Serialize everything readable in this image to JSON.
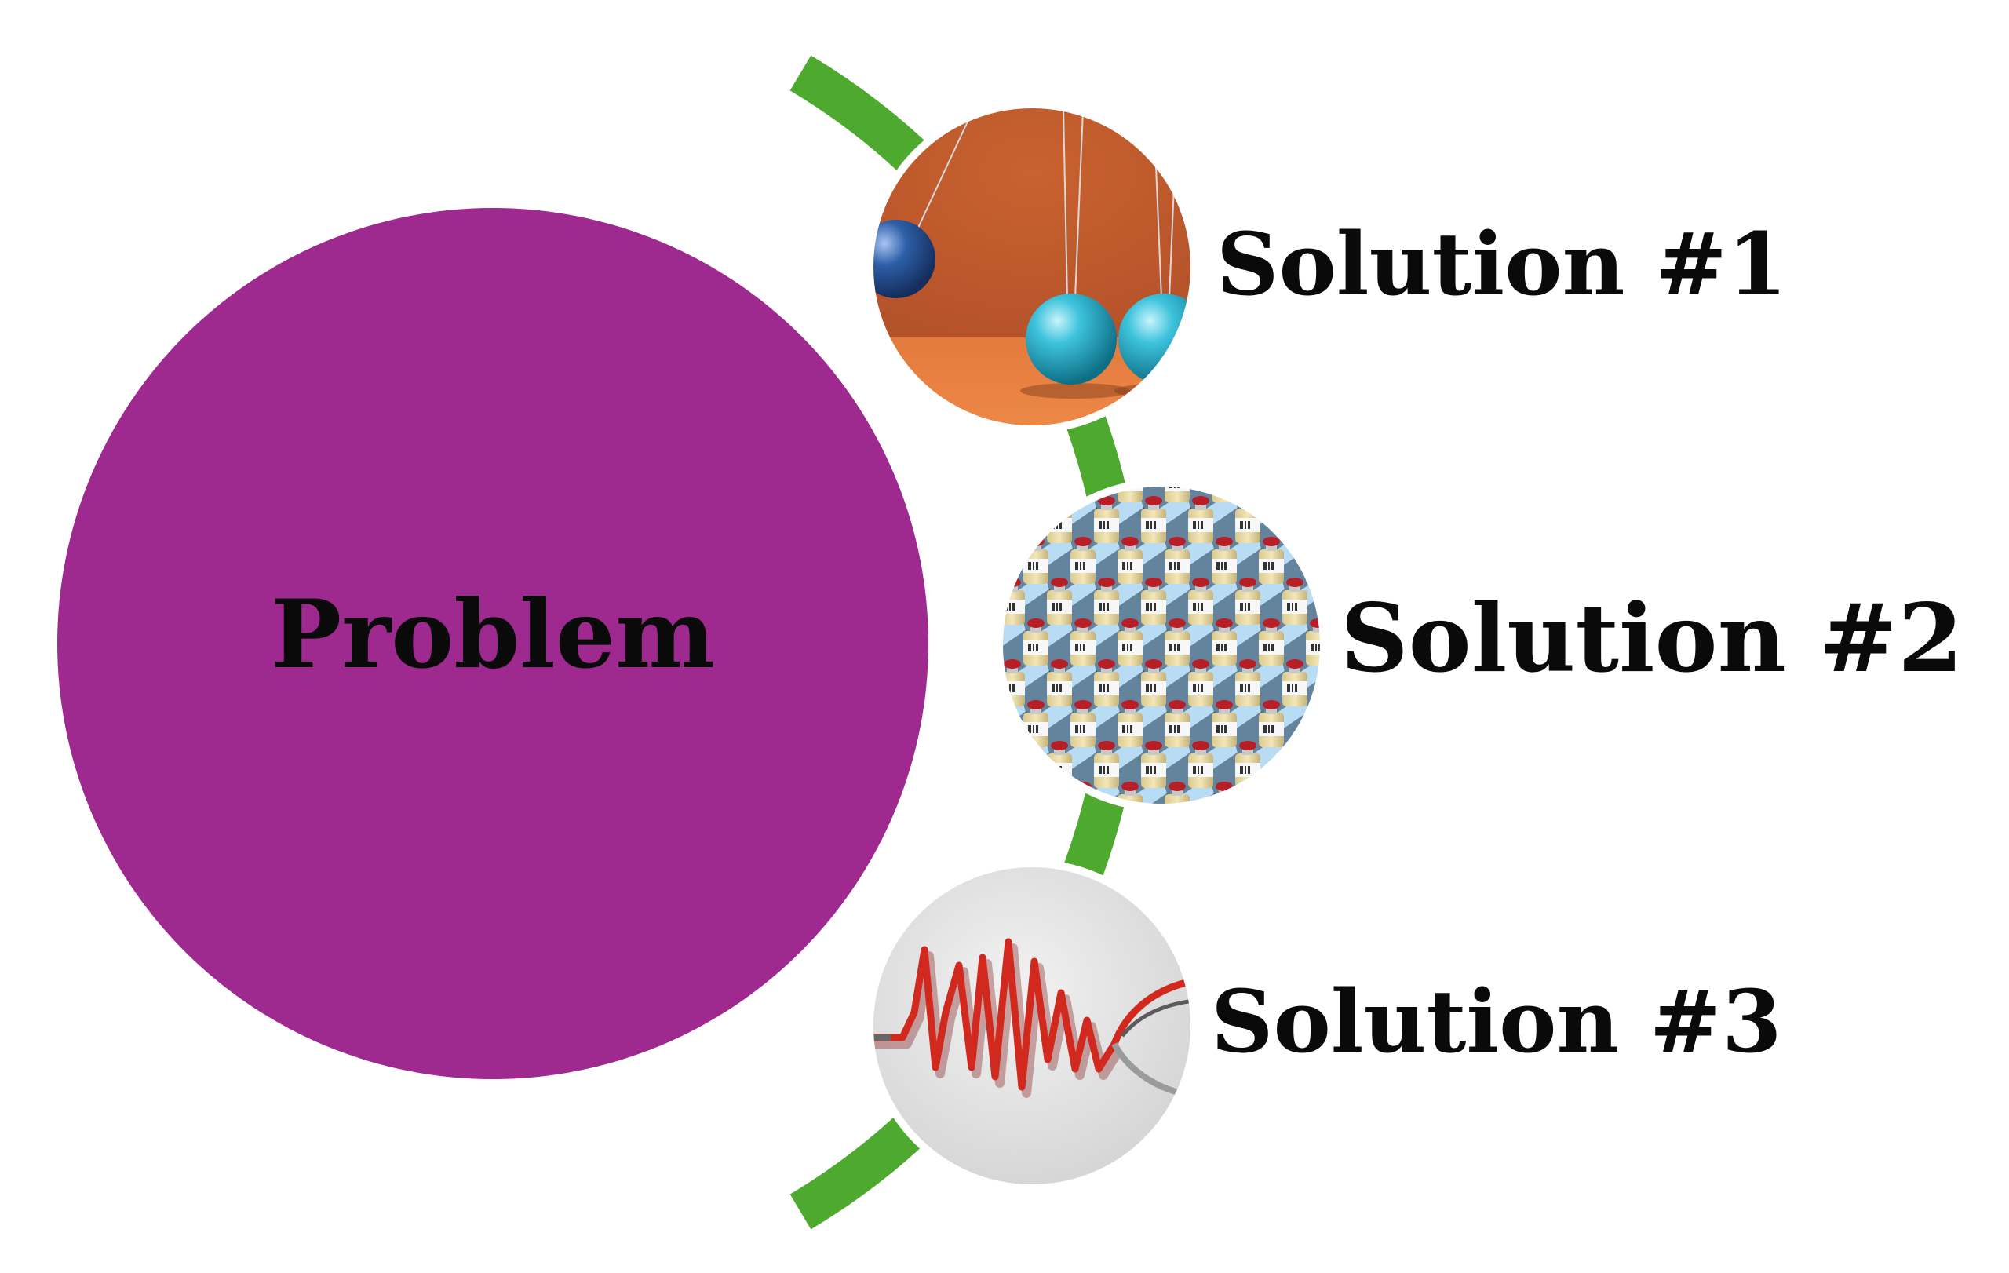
{
  "problem": {
    "label": "Problem",
    "color": "#9e2a8f"
  },
  "connector": {
    "color": "#4ea92f"
  },
  "solutions": [
    {
      "label": "Solution #1",
      "picture": "newtons-cradle-image"
    },
    {
      "label": "Solution #2",
      "picture": "vaccine-vials-image"
    },
    {
      "label": "Solution #3",
      "picture": "stethoscope-heartbeat-image"
    }
  ]
}
